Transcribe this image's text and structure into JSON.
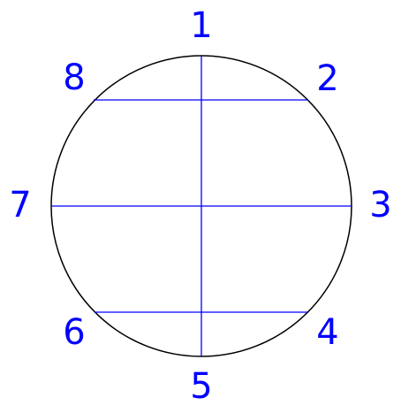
{
  "diagram": {
    "circle_stroke": "#000000",
    "line_color": "#0000ff",
    "label_color": "#0000ff",
    "points": [
      {
        "id": "1",
        "label": "1"
      },
      {
        "id": "2",
        "label": "2"
      },
      {
        "id": "3",
        "label": "3"
      },
      {
        "id": "4",
        "label": "4"
      },
      {
        "id": "5",
        "label": "5"
      },
      {
        "id": "6",
        "label": "6"
      },
      {
        "id": "7",
        "label": "7"
      },
      {
        "id": "8",
        "label": "8"
      }
    ],
    "chords": [
      {
        "from": "1",
        "to": "5"
      },
      {
        "from": "8",
        "to": "2"
      },
      {
        "from": "7",
        "to": "3"
      },
      {
        "from": "6",
        "to": "4"
      }
    ]
  }
}
